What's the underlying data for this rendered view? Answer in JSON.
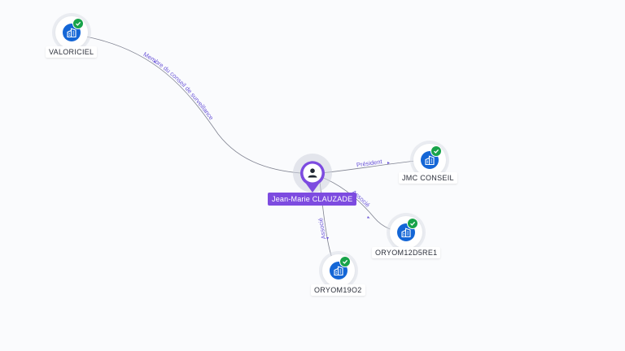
{
  "person": {
    "name": "Jean-Marie CLAUZADE",
    "icon": "person-icon",
    "color": "#7d4be0"
  },
  "companies": [
    {
      "id": "valoriciel",
      "name": "VALORICIEL",
      "icon": "building-icon",
      "verified": true
    },
    {
      "id": "jmc",
      "name": "JMC CONSEIL",
      "icon": "building-icon",
      "verified": true
    },
    {
      "id": "oryom12",
      "name": "ORYOM12D5RE1",
      "icon": "building-icon",
      "verified": true
    },
    {
      "id": "oryom19",
      "name": "ORYOM19O2",
      "icon": "building-icon",
      "verified": true
    }
  ],
  "relations": [
    {
      "target": "valoriciel",
      "label": "Membre du conseil de surveillance"
    },
    {
      "target": "jmc",
      "label": "Président"
    },
    {
      "target": "oryom12",
      "label": "Associé"
    },
    {
      "target": "oryom19",
      "label": "Associé"
    }
  ],
  "colors": {
    "edge": "#7f8290",
    "edge_label": "#6b55d8",
    "company": "#1466d6",
    "verified": "#18a34a"
  }
}
